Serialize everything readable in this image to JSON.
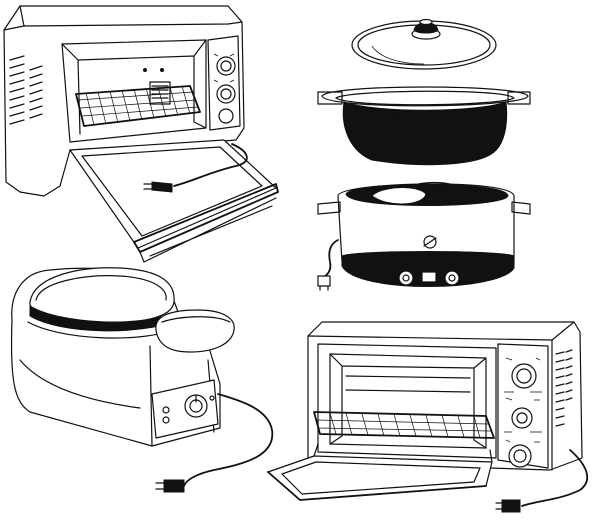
{
  "appliances": [
    {
      "id": "convection-toaster-oven",
      "icon": "toaster-oven-icon"
    },
    {
      "id": "slow-cooker",
      "icon": "slow-cooker-icon",
      "logo": "logo-emblem"
    },
    {
      "id": "flip-waffle-maker",
      "icon": "waffle-maker-icon"
    },
    {
      "id": "countertop-toaster-oven",
      "icon": "toaster-oven-icon"
    }
  ],
  "colors": {
    "ink": "#111111",
    "paper": "#ffffff"
  }
}
